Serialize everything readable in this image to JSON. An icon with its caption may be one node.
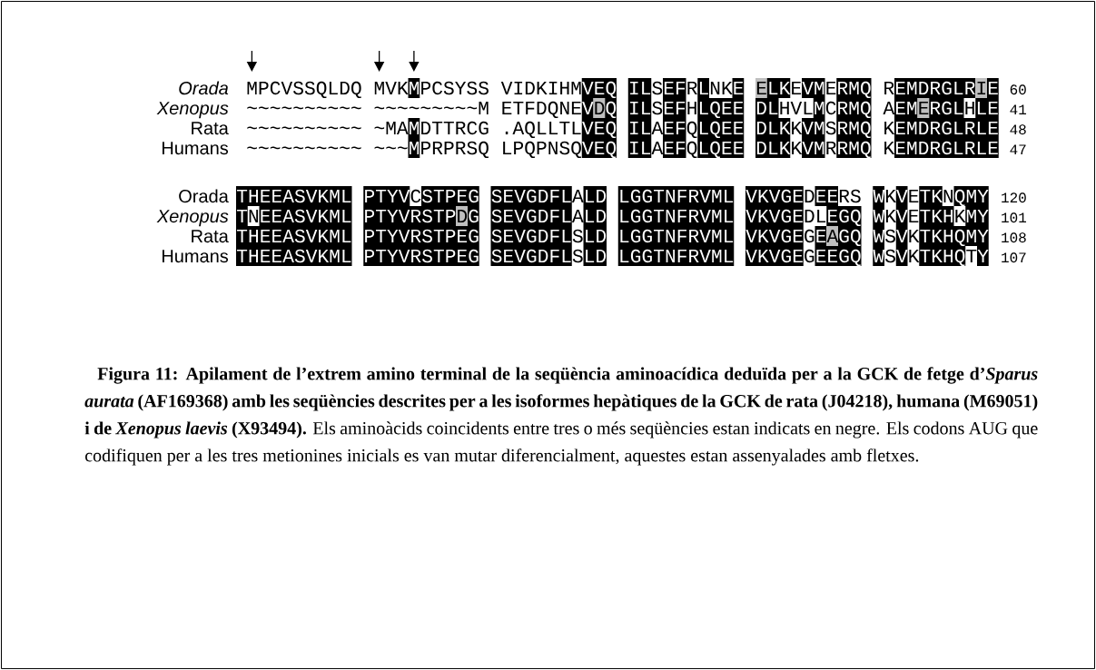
{
  "diagram": {
    "title": "Figura 11: Apilament de l’extrem amino terminal de la seqüència aminoacídica deduïda per a la GCK de fetge d’*Sparus aurata* (AF169368) amb les seqüències descrites per a les isoformes hepàtiques de la GCK de rata (J04218), humana (M69051) i de *Xenopus laevis* (X93494).",
    "caption": "Els aminoàcids coincidents entre tres o més seqüències estan indicats en negre. Els codons AUG que codifiquen per a les tres metionines inicials es van mutar diferencialment, aquestes estan assenyalades amb fletxes.",
    "labels": [
      "Orada",
      "MPCVSSQLDQ",
      "MVK",
      "M",
      "PCSYSS",
      "VIDKIHM",
      "VEQ",
      "IL",
      "S",
      "EF",
      "R",
      "L",
      "NK",
      "E",
      "E",
      "LK",
      "E",
      "VM",
      "E",
      "RMQ",
      "R",
      "EMDRGLR",
      "I",
      "E",
      "60",
      "Xenopus",
      "~~~~~~~~~~",
      "~~~~~~~~~M",
      "ETFDQNE",
      "V",
      "D",
      "Q",
      "IL",
      "S",
      "EF",
      "H",
      "LQEE",
      "DL",
      "HVL",
      "M",
      "C",
      "RMQ",
      "A",
      "EM",
      "E",
      "RGL",
      "H",
      "LE",
      "41",
      "Rata",
      "~~~~~~~~~~",
      "~MA",
      "M",
      "DTTRCG",
      ".AQLLTL",
      "VEQ",
      "IL",
      "A",
      "EF",
      "Q",
      "LQEE",
      "DLK",
      "K",
      "VM",
      "S",
      "RMQ",
      "K",
      "EMDRGLRLE",
      "48",
      "Humans",
      "~~~~~~~~~~",
      "~~~",
      "M",
      "PRPRSQ",
      "LPQPNSQ",
      "VEQ",
      "IL",
      "A",
      "EF",
      "Q",
      "LQEE",
      "DLK",
      "K",
      "VM",
      "R",
      "RMQ",
      "K",
      "EMDRGLRLE",
      "47",
      "Orada",
      "THEEASVKML",
      "PTYV",
      "C",
      "STPEG",
      "SEVGDFL",
      "A",
      "LD",
      "LGGTNFRVML",
      "VKVGE",
      "D",
      "EE",
      "RS",
      "W",
      "K",
      "V",
      "E",
      "TK",
      "N",
      "QMY",
      "120",
      "Xenopus",
      "T",
      "N",
      "EEASVKML",
      "PTYVRSTP",
      "D",
      "G",
      "SEVGDFL",
      "A",
      "LD",
      "LGGTNFRVML",
      "VKVGE",
      "DL",
      "EGQ",
      "W",
      "K",
      "V",
      "E",
      "TKH",
      "K",
      "MY",
      "101",
      "Rata",
      "THEEASVKML",
      "PTYVRSTPEG",
      "SEVGDFL",
      "S",
      "LD",
      "LGGTNFRVML",
      "VKVGE",
      "G",
      "E",
      "A",
      "GQ",
      "W",
      "S",
      "V",
      "K",
      "TKHQMY",
      "108",
      "Humans",
      "THEEASVKML",
      "PTYVRSTPEG",
      "SEVGDFL",
      "S",
      "LD",
      "LGGTNFRVML",
      "VKVGE",
      "G",
      "EEGQ",
      "W",
      "S",
      "V",
      "K",
      "TKHQ",
      "T",
      "Y",
      "107"
    ]
  }
}
